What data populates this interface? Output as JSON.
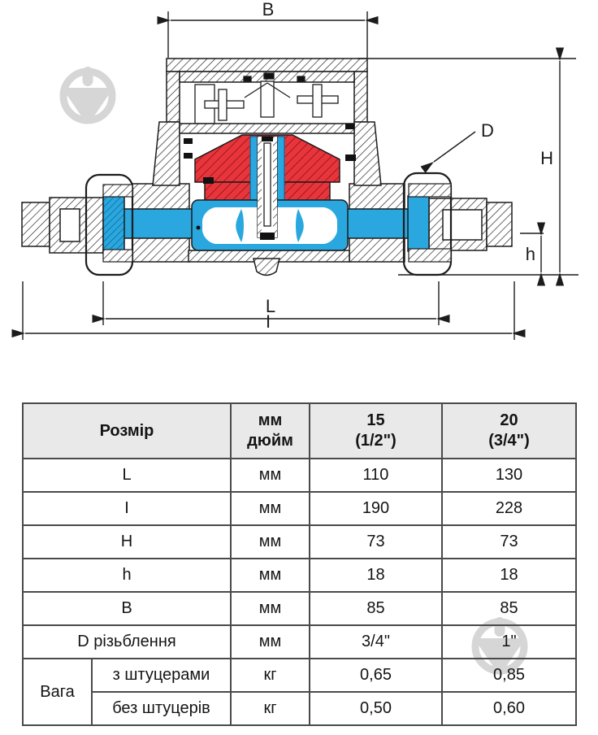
{
  "colors": {
    "red": "#e8353b",
    "blue": "#29a7de",
    "line": "#1c1c1c",
    "watermark": "#cfcfcf",
    "table_border": "#4a4a4a",
    "table_header_bg": "#e9e9e9"
  },
  "diagram": {
    "labels": {
      "b": "B",
      "d": "D",
      "height": "H",
      "h_small": "h",
      "length": "L",
      "overall": "I"
    }
  },
  "table": {
    "header": {
      "size": "Розмір",
      "unit_line1": "мм",
      "unit_line2": "дюйм",
      "dn15_line1": "15",
      "dn15_line2": "(1/2\")",
      "dn20_line1": "20",
      "dn20_line2": "(3/4\")"
    },
    "rows": [
      {
        "name": "L",
        "unit": "мм",
        "dn15": "110",
        "dn20": "130"
      },
      {
        "name": "I",
        "unit": "мм",
        "dn15": "190",
        "dn20": "228"
      },
      {
        "name": "H",
        "unit": "мм",
        "dn15": "73",
        "dn20": "73"
      },
      {
        "name": "h",
        "unit": "мм",
        "dn15": "18",
        "dn20": "18"
      },
      {
        "name": "B",
        "unit": "мм",
        "dn15": "85",
        "dn20": "85"
      },
      {
        "name": "D різьблення",
        "unit": "мм",
        "dn15": "3/4\"",
        "dn20": "1\""
      }
    ],
    "weight": {
      "label": "Вага",
      "rows": [
        {
          "name": "з штуцерами",
          "unit": "кг",
          "dn15": "0,65",
          "dn20": "0,85"
        },
        {
          "name": "без штуцерів",
          "unit": "кг",
          "dn15": "0,50",
          "dn20": "0,60"
        }
      ]
    }
  }
}
